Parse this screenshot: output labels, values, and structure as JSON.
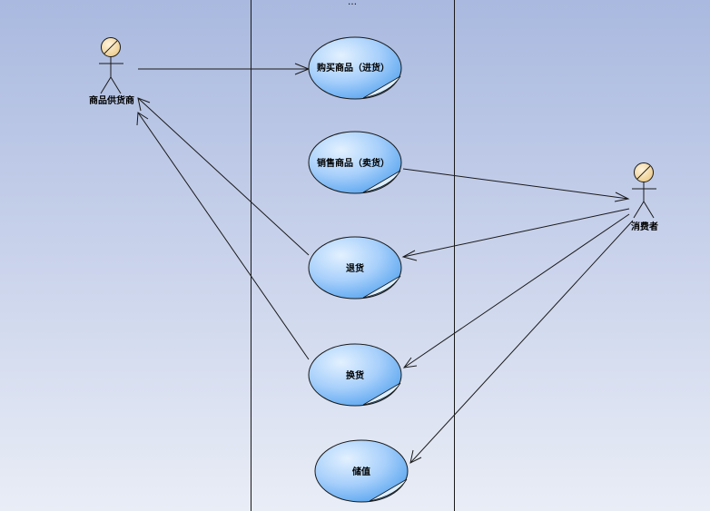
{
  "system_boundary": {
    "label": "…"
  },
  "actors": {
    "supplier": {
      "label": "商品供货商"
    },
    "consumer": {
      "label": "消费者"
    }
  },
  "use_cases": {
    "buy": {
      "label": "购买商品（进货）"
    },
    "sell": {
      "label": "销售商品（卖货）"
    },
    "return": {
      "label": "退货"
    },
    "exchange": {
      "label": "换货"
    },
    "deposit": {
      "label": "储值"
    }
  },
  "colors": {
    "use_case_fill_light": "#cfe6ff",
    "use_case_fill_dark": "#5ea8f0",
    "use_case_stroke": "#1a1a1a",
    "actor_head": "#f5deb0",
    "line": "#1a1a1a"
  }
}
